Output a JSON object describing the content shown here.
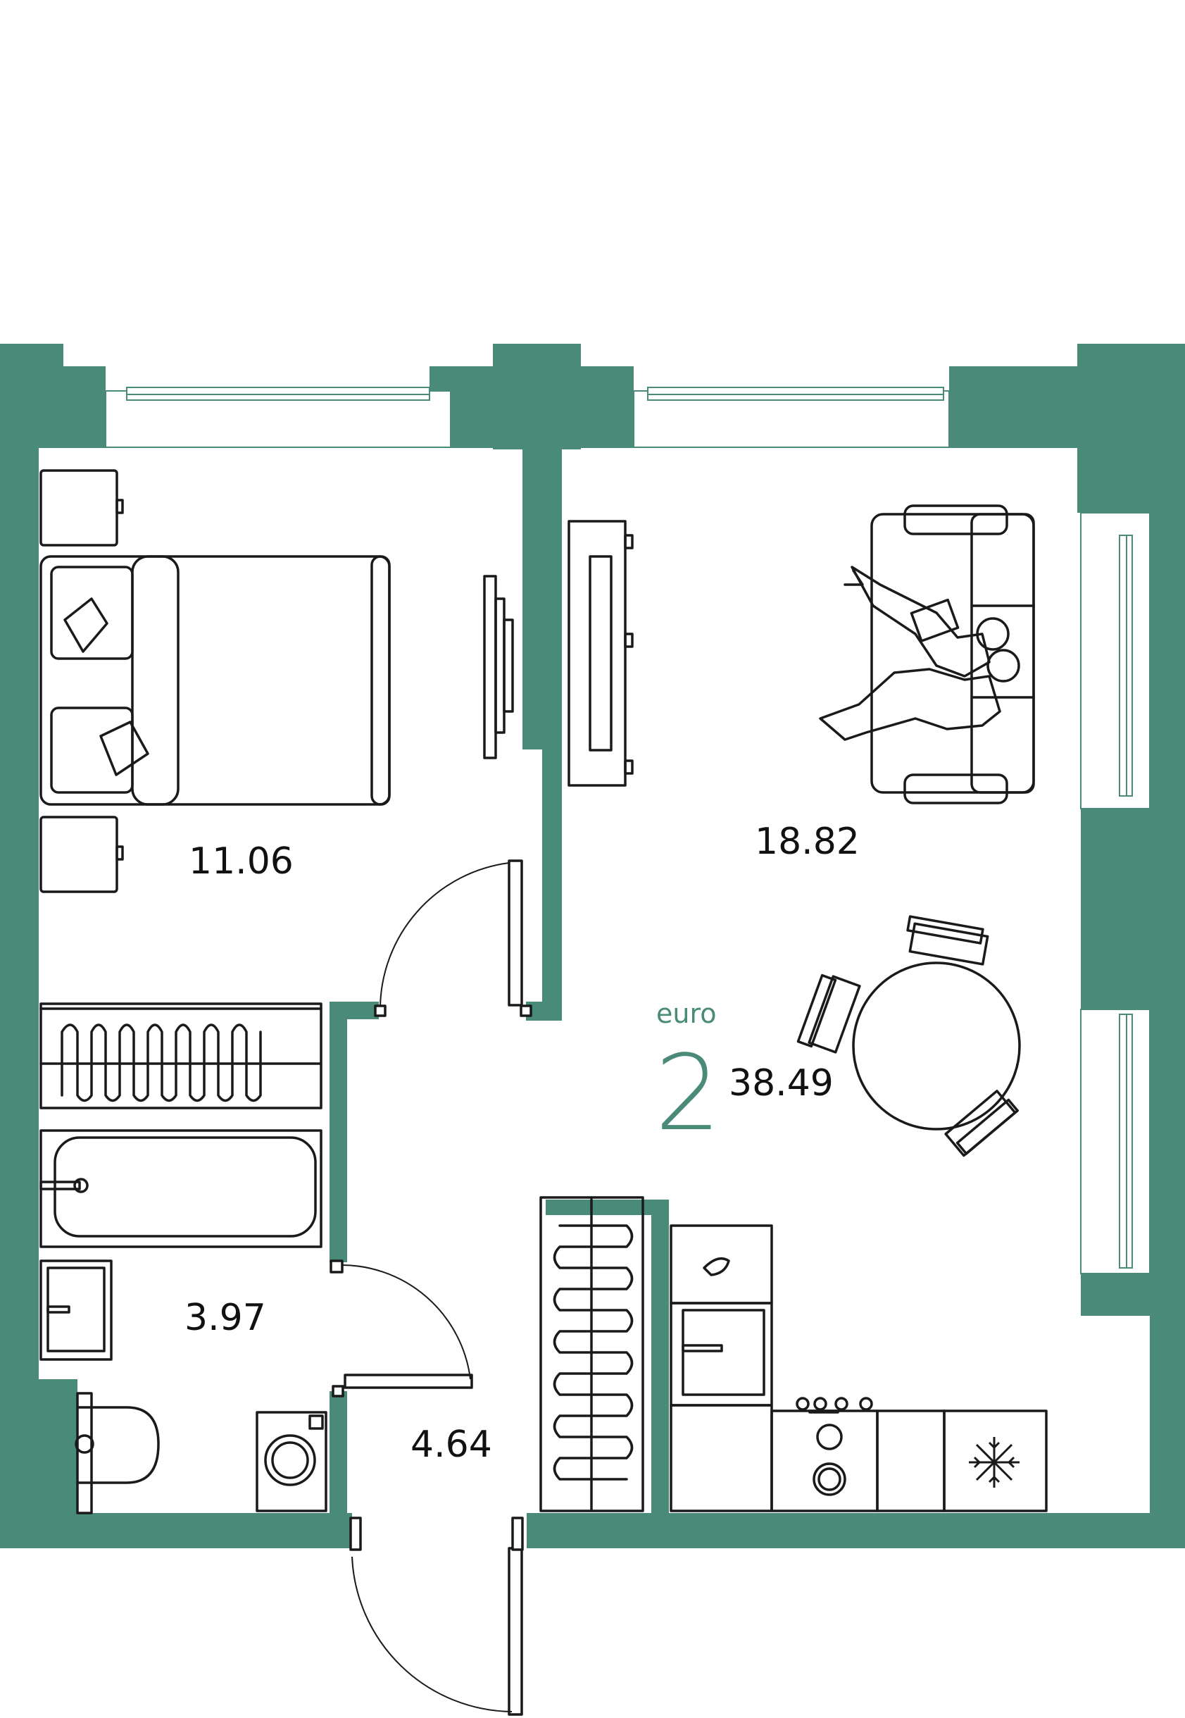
{
  "plan": {
    "colors": {
      "wall": "#4a8a78",
      "brand": "#4a8a78",
      "line": "#1a1a1a",
      "background": "#ffffff"
    },
    "rooms": [
      {
        "id": "bedroom",
        "area": "11.06"
      },
      {
        "id": "living-kitchen",
        "area": "18.82"
      },
      {
        "id": "bathroom",
        "area": "3.97"
      },
      {
        "id": "hallway",
        "area": "4.64"
      }
    ],
    "badge": {
      "type_label": "euro",
      "rooms_count": "2",
      "total_area": "38.49"
    },
    "icons": [
      "bed-icon",
      "sofa-icon",
      "tv-icon",
      "dining-table-icon",
      "bathtub-icon",
      "toilet-icon",
      "washing-machine-icon",
      "stove-icon",
      "fridge-snowflake-icon",
      "sink-icon",
      "wardrobe-icon"
    ]
  }
}
